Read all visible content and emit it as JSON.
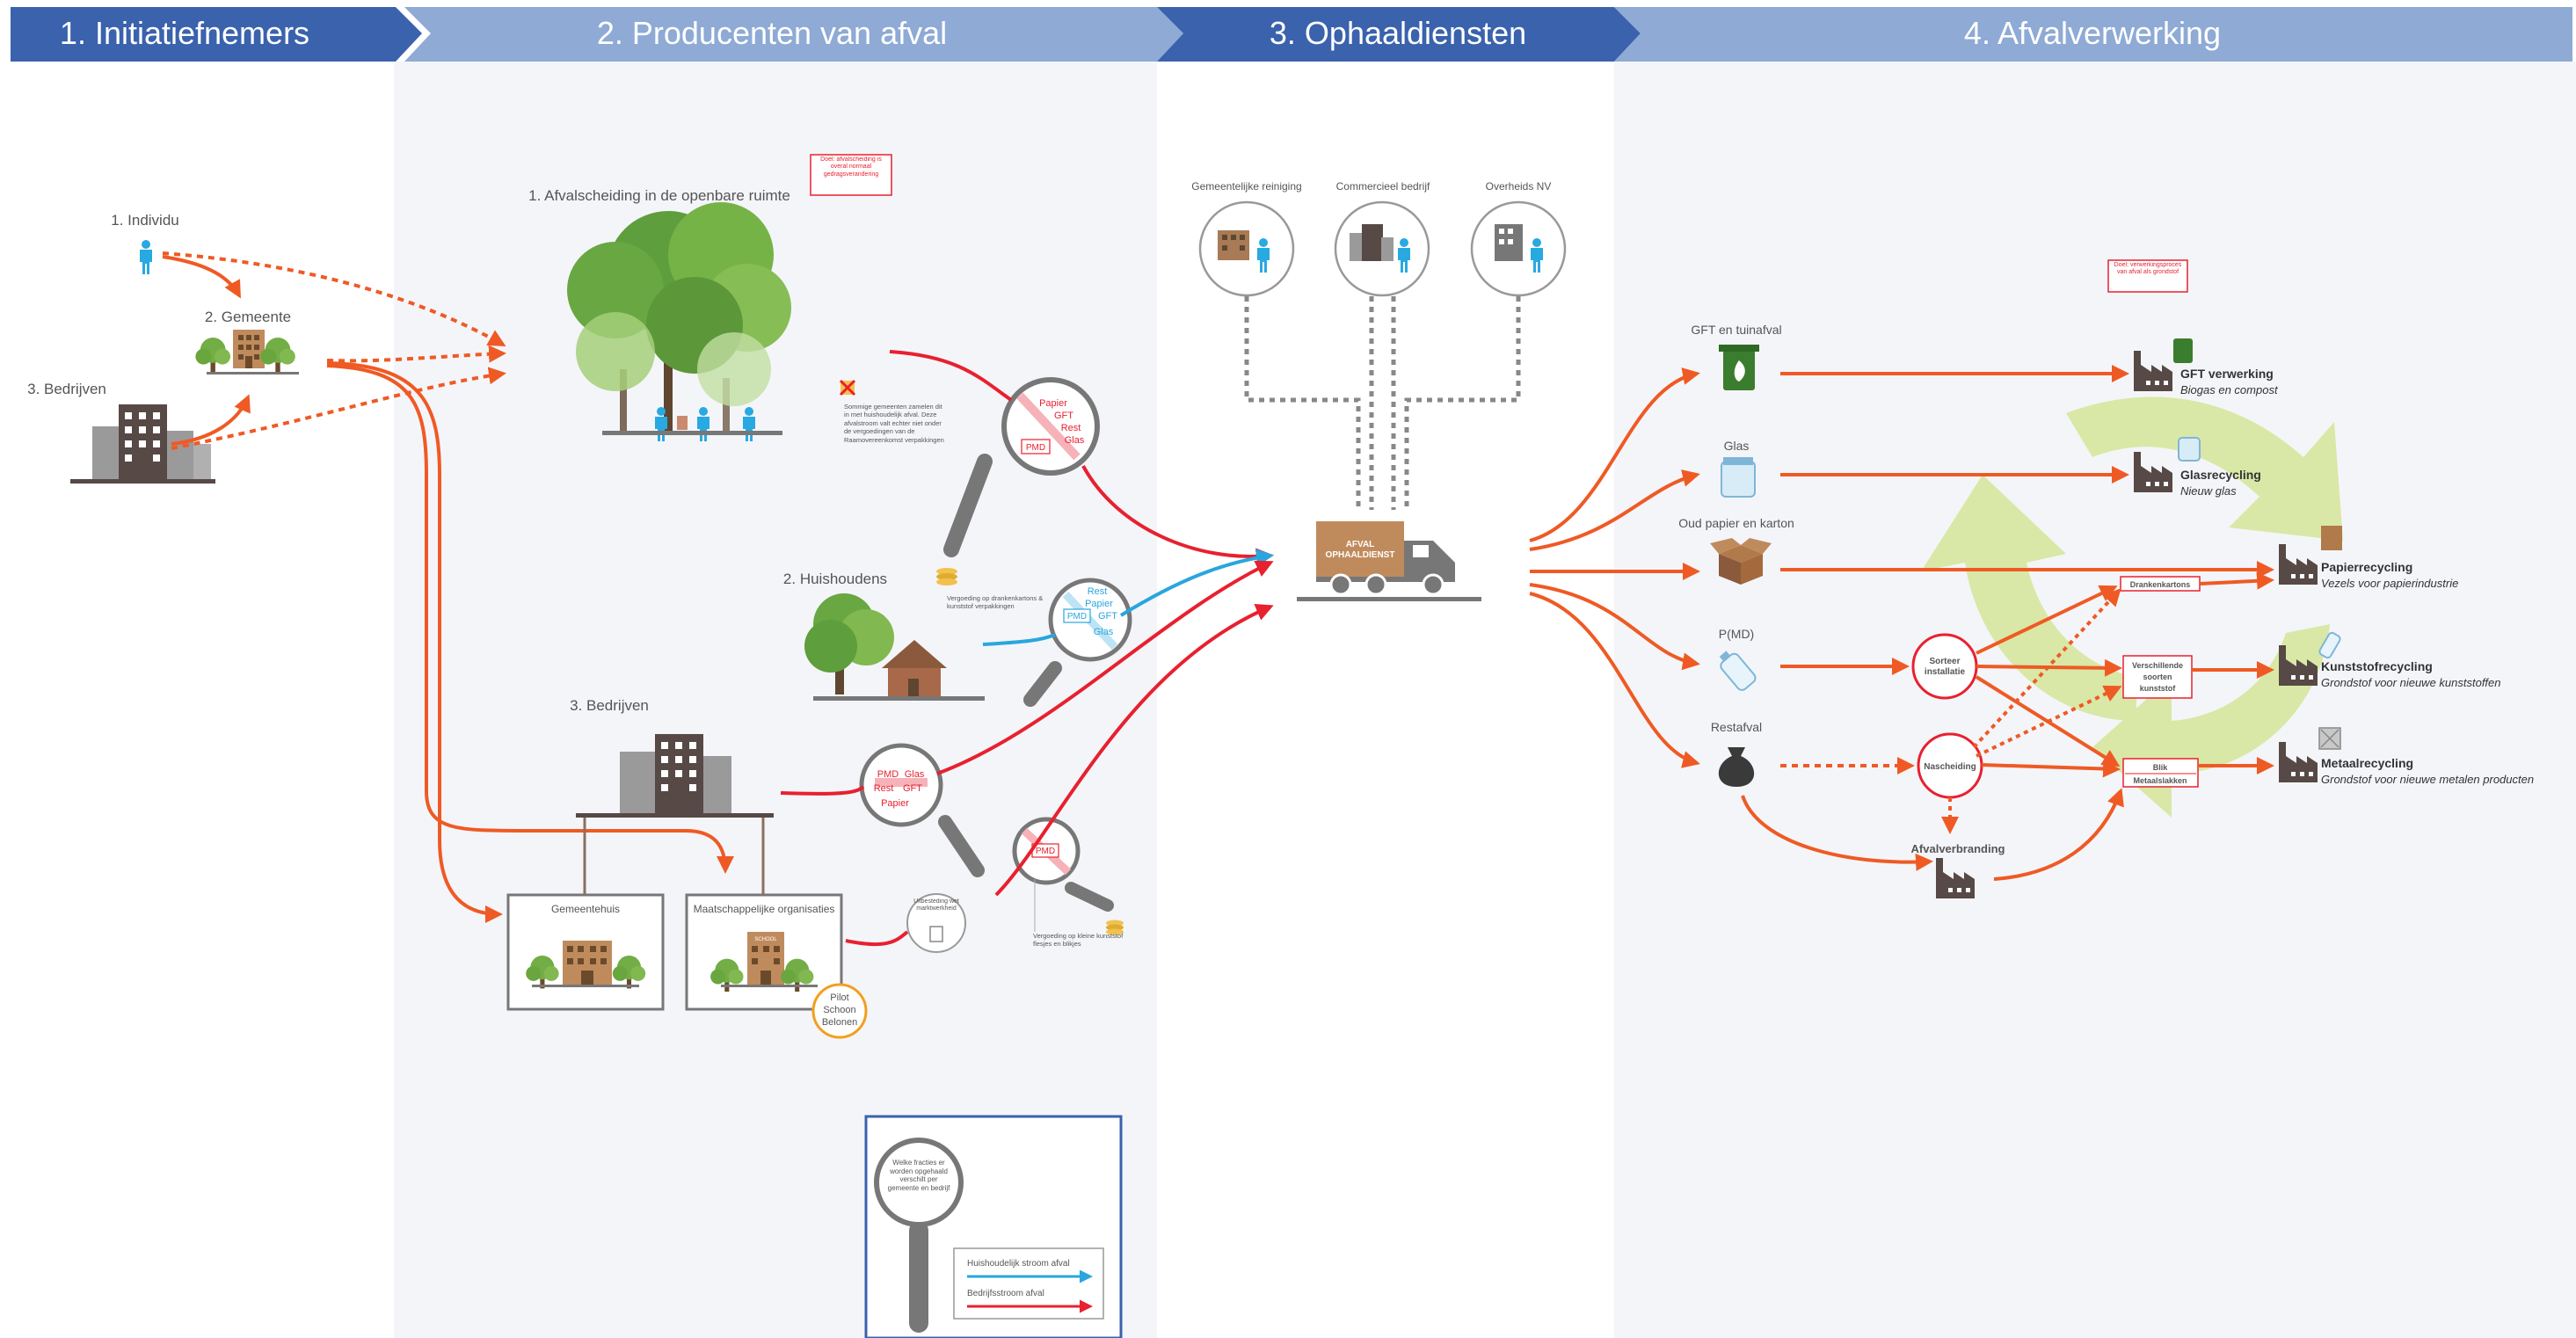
{
  "colors": {
    "header_dark": "#3a62ad",
    "header_light": "#8eaad5",
    "panel_bg": "#f4f5f9",
    "arrow_orange": "#ef5a24",
    "arrow_red": "#e8202f",
    "arrow_blue": "#29a6de",
    "icon_brown": "#574946",
    "tree_green": "#72ad45",
    "person_blue": "#28a9e1",
    "recycle_green": "#d9e8a6"
  },
  "header": {
    "steps": [
      {
        "label": "1. Initiatiefnemers"
      },
      {
        "label": "2. Producenten van afval"
      },
      {
        "label": "3. Ophaaldiensten"
      },
      {
        "label": "4. Afvalverwerking"
      }
    ]
  },
  "initiators": {
    "individual": "1. Individu",
    "municipality": "2. Gemeente",
    "companies": "3. Bedrijven"
  },
  "producers": {
    "public_space": "1. Afvalscheiding in de openbare ruimte",
    "goal_note": "Doel: afvalscheiding is overal normaal gedragsverandering",
    "public_note": "Sommige gemeenten zamelen dit in met huishoudelijk afval. Deze afvalstroom valt echter niet onder de vergoedingen van de Raamovereenkomst verpakkingen",
    "public_lens": {
      "items": [
        "Papier",
        "GFT",
        "Rest",
        "Glas"
      ],
      "boxed": "PMD"
    },
    "households": "2. Huishoudens",
    "household_note": "Vergoeding op drankenkartons & kunststof verpakkingen",
    "household_lens": {
      "items": [
        "Rest",
        "Papier",
        "GFT",
        "Glas"
      ],
      "boxed": "PMD"
    },
    "companies": "3. Bedrijven",
    "company_lens": {
      "items": [
        "PMD",
        "Glas",
        "Rest",
        "GFT",
        "Papier"
      ]
    },
    "town_hall": "Gemeentehuis",
    "social_orgs": "Maatschappelijke organisaties",
    "school_label": "SCHOOL",
    "pilot": [
      "Pilot",
      "Schoon",
      "Belonen"
    ],
    "contract": "Uitbesteding wet marktwerkheid",
    "small_lens": {
      "boxed": "PMD"
    },
    "small_note": "Vergoeding op kleine kunststof flesjes en blikjes"
  },
  "legend": {
    "lens_text": "Welke fracties er worden opgehaald verschilt per gemeente en bedrijf",
    "household_stream": "Huishoudelijk stroom afval",
    "company_stream": "Bedrijfsstroom afval"
  },
  "collection": {
    "services": [
      {
        "label": "Gemeentelijke reiniging"
      },
      {
        "label": "Commercieel bedrijf"
      },
      {
        "label": "Overheids NV"
      }
    ],
    "truck_label": [
      "AFVAL",
      "OPHAALDIENST"
    ]
  },
  "processing": {
    "goal_note": "Doel: verwerkingsproces van afval als grondstof",
    "streams": [
      {
        "label": "GFT en tuinafval",
        "icon": "bin-icon"
      },
      {
        "label": "Glas",
        "icon": "glass-jar-icon"
      },
      {
        "label": "Oud papier en karton",
        "icon": "carton-box-icon"
      },
      {
        "label": "P(MD)",
        "icon": "bottle-icon"
      },
      {
        "label": "Restafval",
        "icon": "trash-bag-icon"
      }
    ],
    "sorting_plant": [
      "Sorteer",
      "installatie"
    ],
    "post_separation": "Nascheiding",
    "incineration": "Afvalverbranding",
    "boxes": {
      "cartons": "Drankenkartons",
      "plastics": [
        "Verschillende",
        "soorten",
        "kunststof"
      ],
      "tin": "Blik",
      "metals": "Metaalslakken"
    },
    "outputs": [
      {
        "title": "GFT verwerking",
        "subtitle": "Biogas en compost"
      },
      {
        "title": "Glasrecycling",
        "subtitle": "Nieuw glas"
      },
      {
        "title": "Papierrecycling",
        "subtitle": "Vezels voor papierindustrie"
      },
      {
        "title": "Kunststofrecycling",
        "subtitle": "Grondstof voor nieuwe kunststoffen"
      },
      {
        "title": "Metaalrecycling",
        "subtitle": "Grondstof voor nieuwe metalen producten"
      }
    ]
  }
}
